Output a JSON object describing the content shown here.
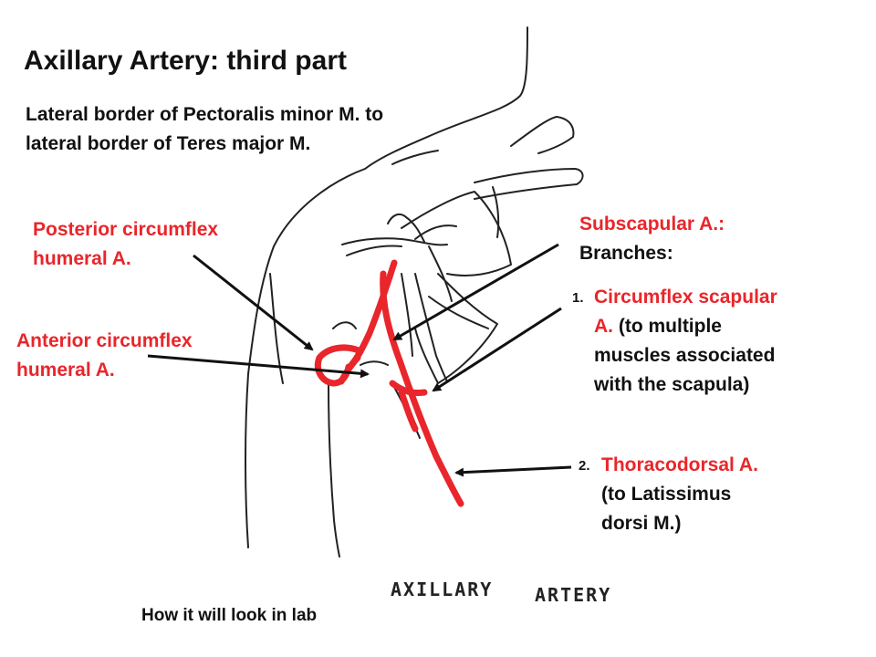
{
  "title": "Axillary Artery: third part",
  "subtitle_line1": "Lateral border of Pectoralis minor M. to",
  "subtitle_line2": "lateral border of Teres major M.",
  "labels": {
    "posterior_line1": "Posterior circumflex",
    "posterior_line2": "humeral A.",
    "anterior_line1": "Anterior circumflex",
    "anterior_line2": "humeral A.",
    "subscapular_line1": "Subscapular A.:",
    "subscapular_line2": "Branches:",
    "branch1_number": "1.",
    "circumflex_line1": "Circumflex scapular",
    "circumflex_line2_red": "A.",
    "circumflex_line2_black": " (to multiple",
    "circumflex_line3": "muscles associated",
    "circumflex_line4": "with the scapula)",
    "branch2_number": "2.",
    "thoracodorsal_line1": "Thoracodorsal A.",
    "thoracodorsal_line2": "(to Latissimus",
    "thoracodorsal_line3": "dorsi M.)"
  },
  "handwritten": {
    "word1": "AXILLARY",
    "word2": "ARTERY"
  },
  "caption": "How it will look in lab",
  "colors": {
    "artery_red": "#e8262b",
    "text_black": "#111111",
    "line_gray": "#222222"
  }
}
